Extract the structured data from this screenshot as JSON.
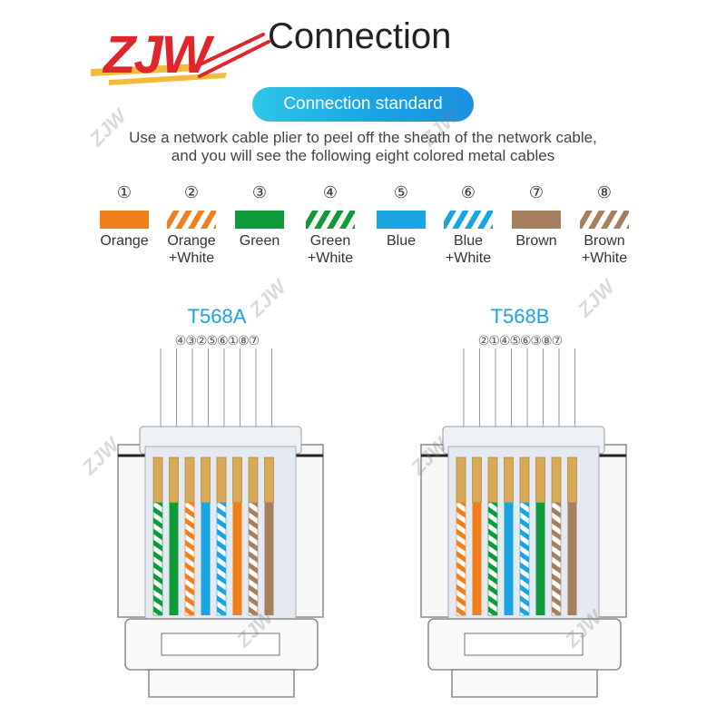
{
  "header": {
    "logo_text": "ZJW",
    "title": "Connection",
    "badge": "Connection standard",
    "description_line1": "Use a network cable plier to peel off the sheath of the network cable,",
    "description_line2": "and you will see the following eight colored metal cables"
  },
  "wires": [
    {
      "num": "①",
      "name_line1": "Orange",
      "name_line2": "",
      "color": "#f07f1c",
      "striped": false
    },
    {
      "num": "②",
      "name_line1": "Orange",
      "name_line2": "+White",
      "color": "#f07f1c",
      "striped": true
    },
    {
      "num": "③",
      "name_line1": "Green",
      "name_line2": "",
      "color": "#0f9a3c",
      "striped": false
    },
    {
      "num": "④",
      "name_line1": "Green",
      "name_line2": "+White",
      "color": "#0f9a3c",
      "striped": true
    },
    {
      "num": "⑤",
      "name_line1": "Blue",
      "name_line2": "",
      "color": "#1aa4e4",
      "striped": false
    },
    {
      "num": "⑥",
      "name_line1": "Blue",
      "name_line2": "+White",
      "color": "#1aa4e4",
      "striped": true
    },
    {
      "num": "⑦",
      "name_line1": "Brown",
      "name_line2": "",
      "color": "#a6805e",
      "striped": false
    },
    {
      "num": "⑧",
      "name_line1": "Brown",
      "name_line2": "+White",
      "color": "#a6805e",
      "striped": true
    }
  ],
  "standards": [
    {
      "name": "T568A",
      "order_text": "④③②⑤⑥①⑧⑦",
      "order": [
        4,
        3,
        2,
        5,
        6,
        1,
        8,
        7
      ]
    },
    {
      "name": "T568B",
      "order_text": "②①④⑤⑥③⑧⑦",
      "order": [
        2,
        1,
        4,
        5,
        6,
        3,
        8,
        7
      ]
    }
  ],
  "watermark": "ZJW",
  "colors": {
    "accent": "#1aa4e4",
    "logo_red": "#e0262a",
    "logo_gold": "#f2b42a"
  }
}
